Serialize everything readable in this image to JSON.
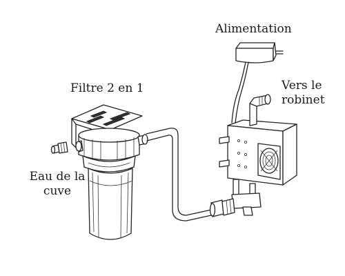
{
  "labels": {
    "power": "Alimentation",
    "filter": "Filtre 2 en 1",
    "tap_line1": "Vers le",
    "tap_line2": "robinet",
    "tank_line1": "Eau de la",
    "tank_line2": "cuve"
  },
  "colors": {
    "line": "#222222",
    "background": "#ffffff"
  }
}
